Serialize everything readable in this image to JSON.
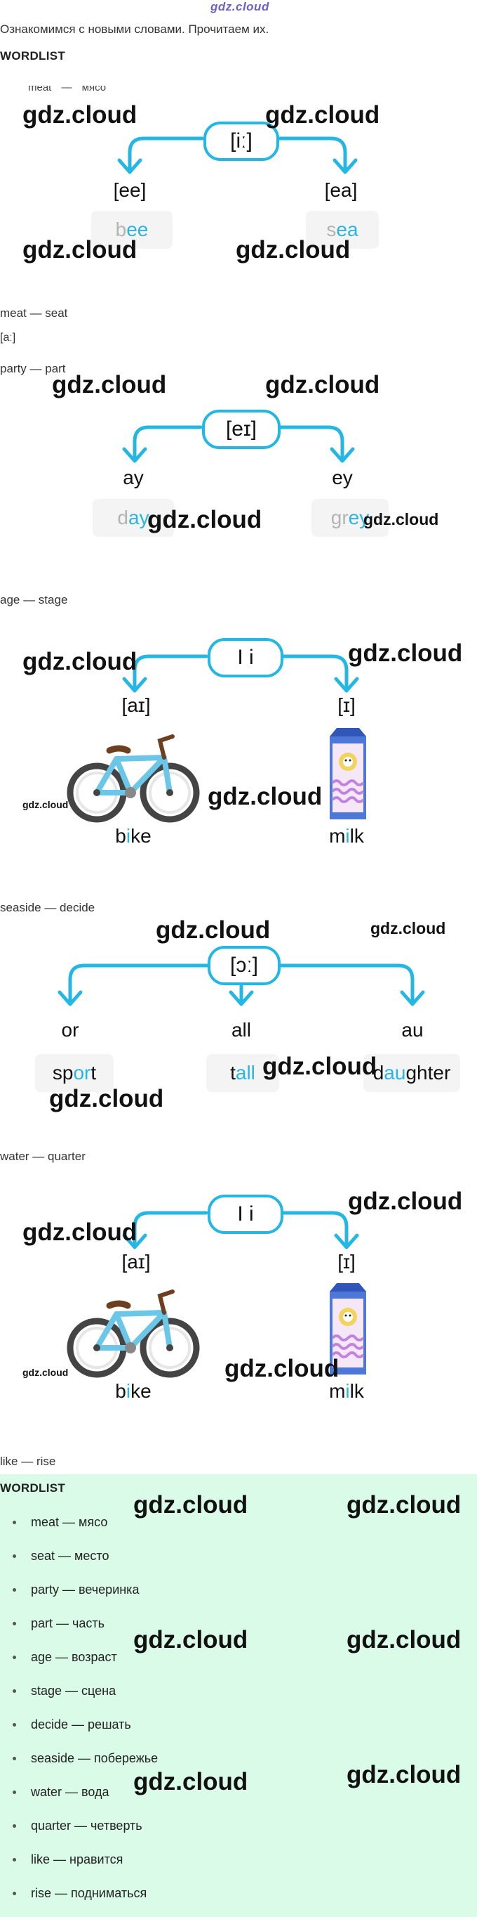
{
  "site_logo": "gdz.cloud",
  "watermark": "gdz.cloud",
  "intro": "Ознакомимся с новыми словами. Прочитаем их.",
  "wordlist_heading": "WORDLIST",
  "clipped_line": "meat — мясо",
  "sec1": {
    "symbol": "[iː]",
    "left_label": "[ee]",
    "right_label": "[ea]",
    "left_word": {
      "pre": "b",
      "hl": "ee",
      "post": ""
    },
    "right_word": {
      "pre": "s",
      "hl": "ea",
      "post": ""
    },
    "caption": "meat — seat"
  },
  "mid_symbol": "[aː]",
  "party_caption": "party — part",
  "sec2": {
    "symbol": "[eɪ]",
    "left_label": "ay",
    "right_label": "ey",
    "left_word": {
      "pre": "d",
      "hl": "ay",
      "post": ""
    },
    "right_word": {
      "pre": "gr",
      "hl": "ey",
      "post": ""
    },
    "caption": "age — stage"
  },
  "sec3": {
    "symbol": "I i",
    "left_label": "[aɪ]",
    "right_label": "[ɪ]",
    "left_word": {
      "pre": "b",
      "hl": "i",
      "post": "ke"
    },
    "right_word": {
      "pre": "m",
      "hl": "i",
      "post": "lk"
    },
    "caption": "seaside — decide"
  },
  "sec4": {
    "symbol": "[ɔː]",
    "left_label": "or",
    "center_label": "all",
    "right_label": "au",
    "left_word": {
      "pre": "sp",
      "hl": "or",
      "post": "t"
    },
    "center_word": {
      "pre": "t",
      "hl": "all",
      "post": ""
    },
    "right_word": {
      "pre": "d",
      "hl": "au",
      "post": "ghter"
    },
    "caption": "water — quarter"
  },
  "sec5": {
    "symbol": "I i",
    "left_label": "[aɪ]",
    "right_label": "[ɪ]",
    "left_word": {
      "pre": "b",
      "hl": "i",
      "post": "ke"
    },
    "right_word": {
      "pre": "m",
      "hl": "i",
      "post": "lk"
    },
    "caption": "like — rise"
  },
  "wordlist": {
    "title": "WORDLIST",
    "items": [
      "meat — мясо",
      "seat — место",
      "party — вечеринка",
      "part — часть",
      "age — возраст",
      "stage — сцена",
      "decide — решать",
      "seaside — побережье",
      "water — вода",
      "quarter — четверть",
      "like — нравится",
      "rise — подниматься"
    ]
  },
  "colors": {
    "accent": "#25b7e4",
    "highlight": "#2bb5e2",
    "faded": "#b4b4b4",
    "wordlist_bg": "#d9fbe7"
  }
}
